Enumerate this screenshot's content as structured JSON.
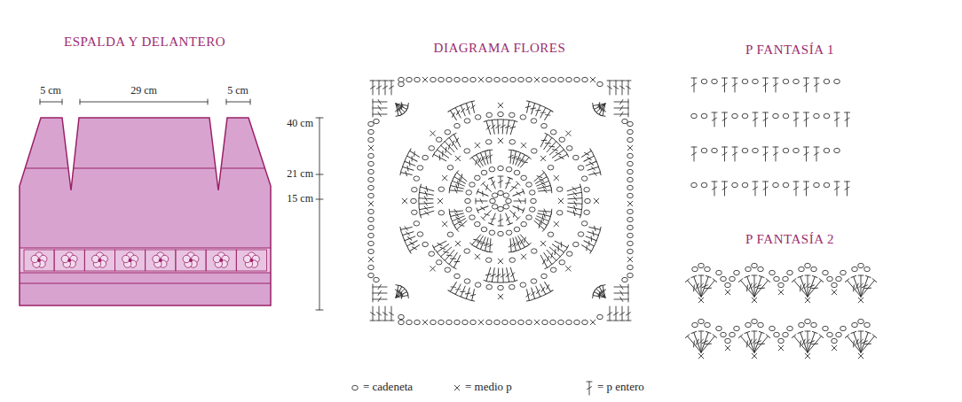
{
  "diagram": {
    "labels": [
      "ESPALDA Y DELANTERO",
      "DIAGRAMA FLORES",
      "P FANTASÍA 1",
      "P FANTASÍA 2",
      "5 cm",
      "29 cm",
      "5 cm",
      "40 cm",
      "21 cm",
      "15 cm"
    ],
    "legend": [
      {
        "text": "= cadeneta"
      },
      {
        "text": "= medio p"
      },
      {
        "text": "= p entero"
      }
    ]
  }
}
